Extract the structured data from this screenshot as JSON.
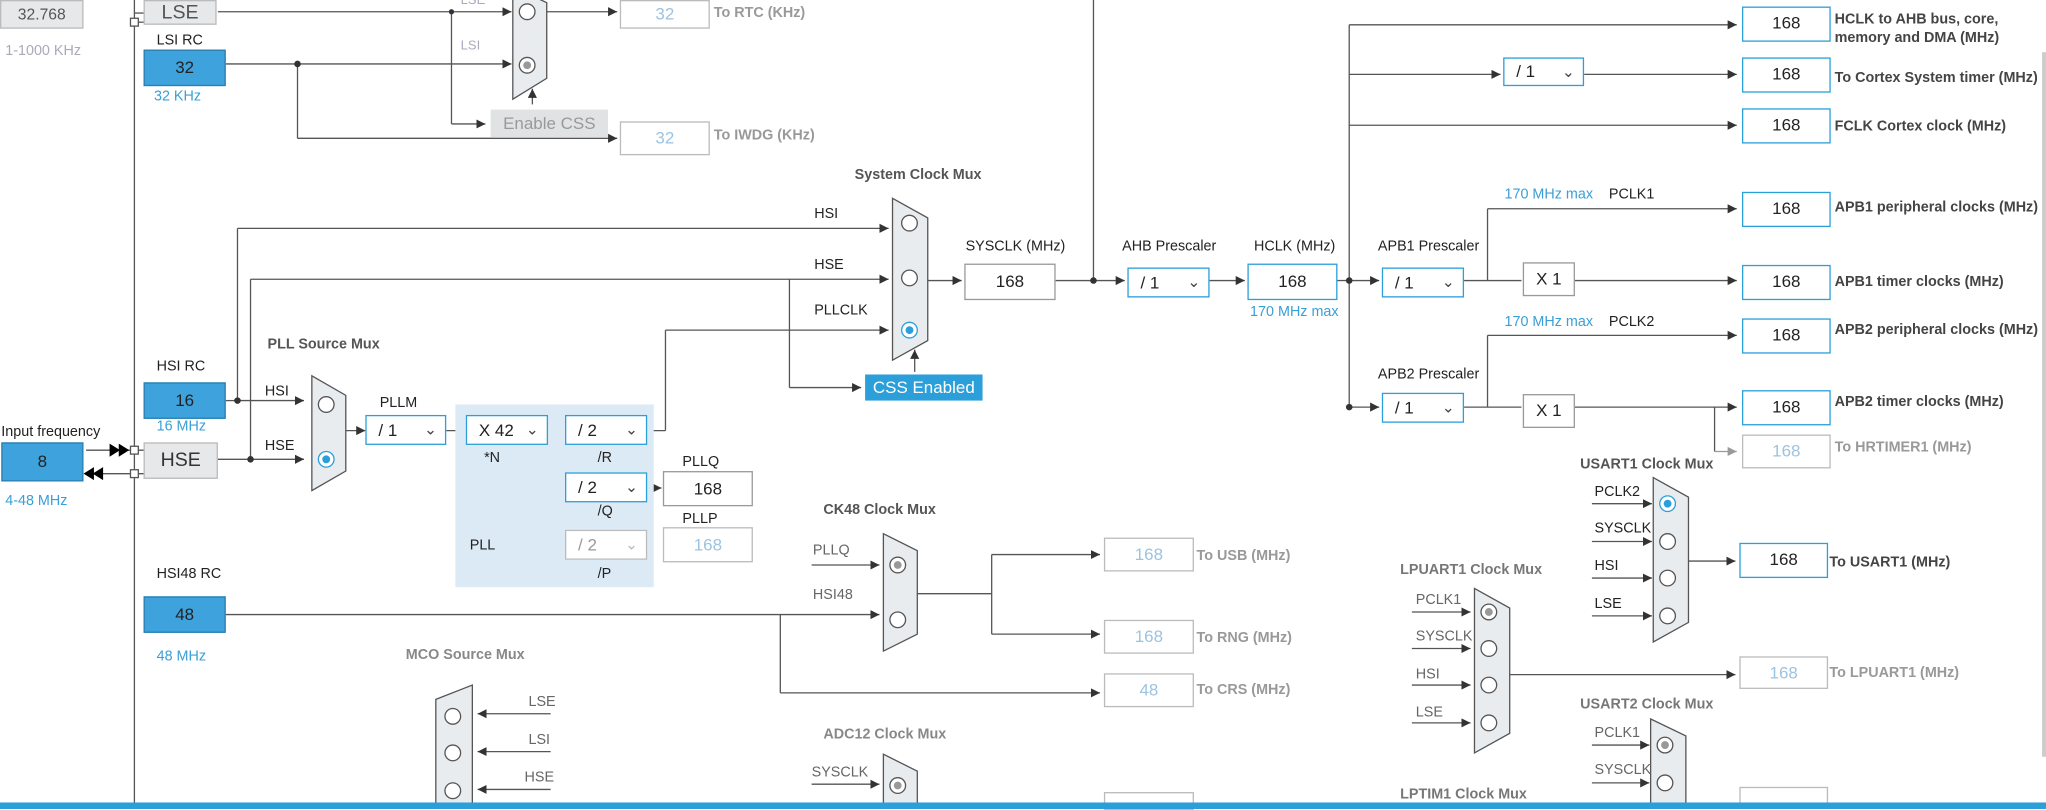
{
  "sources": {
    "lse_value": "32.768",
    "lse_range": "1-1000 KHz",
    "lse_label": "LSE",
    "lsi_title": "LSI RC",
    "lsi_value": "32",
    "lsi_note": "32 KHz",
    "hsi_title": "HSI RC",
    "hsi_value": "16",
    "hsi_note": "16 MHz",
    "input_freq_title": "Input frequency",
    "hse_value": "8",
    "hse_range": "4-48 MHz",
    "hse_label": "HSE",
    "hsi48_title": "HSI48 RC",
    "hsi48_value": "48",
    "hsi48_note": "48 MHz"
  },
  "rtc": {
    "lse_wire": "LSE",
    "lsi_wire": "LSI",
    "rtc_value": "32",
    "rtc_label": "To RTC (KHz)",
    "iwdg_value": "32",
    "iwdg_label": "To IWDG (KHz)",
    "enable_css": "Enable CSS"
  },
  "pll": {
    "source_mux_title": "PLL Source Mux",
    "hsi": "HSI",
    "hse": "HSE",
    "pllm_label": "PLLM",
    "pllm": "/ 1",
    "n": "X 42",
    "n_label": "*N",
    "r": "/ 2",
    "r_label": "/R",
    "q": "/ 2",
    "q_label": "/Q",
    "p": "/ 2",
    "p_label": "/P",
    "pll_label": "PLL",
    "pllq_label": "PLLQ",
    "pllq_value": "168",
    "pllp_label": "PLLP",
    "pllp_value": "168"
  },
  "sysmux": {
    "title": "System Clock Mux",
    "hsi": "HSI",
    "hse": "HSE",
    "pllclk": "PLLCLK",
    "css_enabled": "CSS Enabled",
    "sysclk_label": "SYSCLK (MHz)",
    "sysclk": "168"
  },
  "ahb": {
    "title": "AHB Prescaler",
    "value": "/ 1",
    "hclk_label": "HCLK (MHz)",
    "hclk": "168",
    "hclk_max": "170 MHz max"
  },
  "apb1": {
    "title": "APB1 Prescaler",
    "value": "/ 1",
    "max": "170 MHz max",
    "pclk": "PCLK1",
    "x": "X 1"
  },
  "apb2": {
    "title": "APB2 Prescaler",
    "value": "/ 1",
    "max": "170 MHz max",
    "pclk": "PCLK2",
    "x": "X 1"
  },
  "cortex_div": "/ 1",
  "outputs": [
    {
      "value": "168",
      "label": "HCLK to AHB bus, core, memory and DMA (MHz)"
    },
    {
      "value": "168",
      "label": "To Cortex System timer (MHz)"
    },
    {
      "value": "168",
      "label": "FCLK Cortex clock (MHz)"
    },
    {
      "value": "168",
      "label": "APB1 peripheral clocks (MHz)"
    },
    {
      "value": "168",
      "label": "APB1 timer clocks (MHz)"
    },
    {
      "value": "168",
      "label": "APB2 peripheral clocks (MHz)"
    },
    {
      "value": "168",
      "label": "APB2 timer clocks (MHz)"
    },
    {
      "value": "168",
      "label": "To HRTIMER1 (MHz)"
    }
  ],
  "ck48": {
    "title": "CK48 Clock Mux",
    "pllq": "PLLQ",
    "hsi48": "HSI48",
    "usb_value": "168",
    "usb_label": "To USB (MHz)",
    "rng_value": "168",
    "rng_label": "To RNG (MHz)",
    "crs_value": "48",
    "crs_label": "To CRS (MHz)"
  },
  "mco": {
    "title": "MCO Source Mux",
    "lse": "LSE",
    "lsi": "LSI",
    "hse": "HSE"
  },
  "adc": {
    "title": "ADC12 Clock Mux",
    "sysclk": "SYSCLK"
  },
  "usart1": {
    "title": "USART1 Clock Mux",
    "pclk2": "PCLK2",
    "sysclk": "SYSCLK",
    "hsi": "HSI",
    "lse": "LSE",
    "value": "168",
    "label": "To USART1 (MHz)"
  },
  "lpuart1": {
    "title": "LPUART1 Clock Mux",
    "pclk1": "PCLK1",
    "sysclk": "SYSCLK",
    "hsi": "HSI",
    "lse": "LSE",
    "value": "168",
    "label": "To LPUART1 (MHz)"
  },
  "usart2": {
    "title": "USART2 Clock Mux",
    "pclk1": "PCLK1",
    "sysclk": "SYSCLK"
  },
  "lptim1": {
    "title": "LPTIM1 Clock Mux"
  },
  "colors": {
    "accent": "#2b9fd9",
    "source_fill": "#3ea3dc",
    "pll_bg": "#dceaf5"
  }
}
